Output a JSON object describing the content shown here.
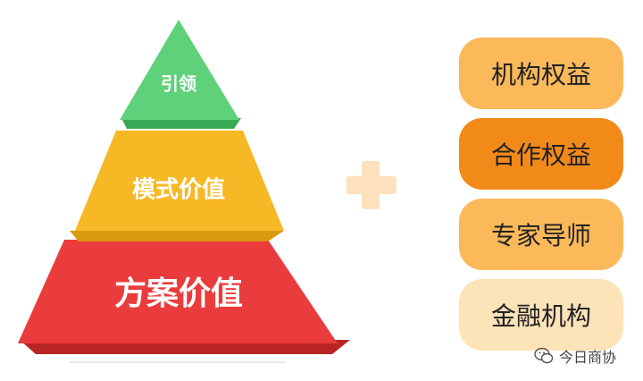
{
  "pyramid": {
    "levels": [
      {
        "label": "引领",
        "color": "#5fd17a",
        "shade": "#3aa956"
      },
      {
        "label": "模式价值",
        "color": "#f7b825",
        "shade": "#d99a10"
      },
      {
        "label": "方案价值",
        "color": "#ea3c3c",
        "shade": "#b92424"
      }
    ]
  },
  "plus_symbol": {
    "color": "#fde2bd"
  },
  "pills": [
    {
      "label": "机构权益",
      "color": "#fbb95a"
    },
    {
      "label": "合作权益",
      "color": "#f28a1a"
    },
    {
      "label": "专家导师",
      "color": "#fbb95a"
    },
    {
      "label": "金融机构",
      "color": "#fde3b8"
    }
  ],
  "watermark": {
    "text": "今日商协",
    "icon": "wechat-icon"
  }
}
